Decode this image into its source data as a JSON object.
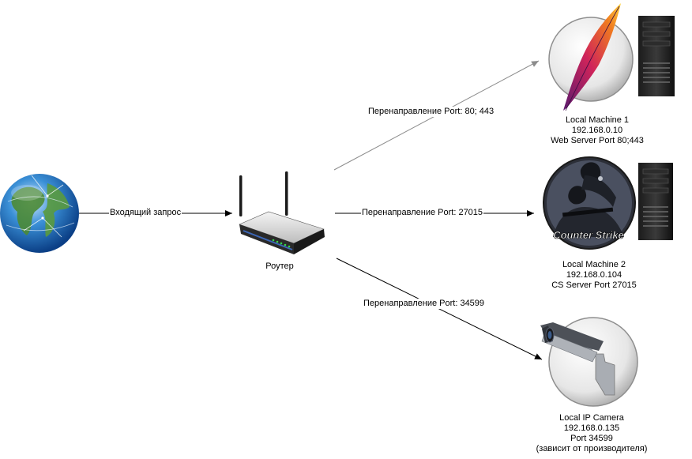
{
  "nodes": {
    "globe": {
      "icon": "globe-icon"
    },
    "router": {
      "icon": "wifi-router-icon",
      "label": "Роутер"
    },
    "machine1": {
      "icon": "apache-server-icon",
      "lines": [
        "Local  Machine 1",
        "192.168.0.10",
        "Web Server Port 80;443"
      ]
    },
    "machine2": {
      "icon": "counter-strike-server-icon",
      "logo_text": "Counter Strike",
      "lines": [
        "Local  Machine 2",
        "192.168.0.104",
        "CS Server Port 27015"
      ]
    },
    "camera": {
      "icon": "ip-camera-icon",
      "lines": [
        "Local  IP Camera",
        "192.168.0.135",
        "Port 34599",
        "(зависит от производителя)"
      ]
    }
  },
  "edges": {
    "incoming": "Входящий запрос",
    "to_machine1": "Перенаправление Port: 80; 443",
    "to_machine2": "Перенаправление Port: 27015",
    "to_camera": "Перенаправление Port: 34599"
  },
  "colors": {
    "arrow_gray": "#8c8c8c",
    "arrow_black": "#000000"
  }
}
